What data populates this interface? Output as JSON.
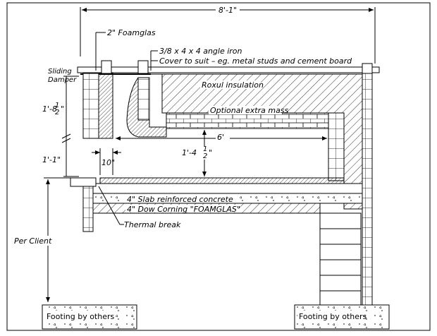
{
  "labels": {
    "overall_width": "8'-1\"",
    "foamglas_2in": "2\" Foamglas",
    "angle_iron": "3/8 x 4 x 4 angle iron",
    "cover": "Cover to suit – eg. metal studs and cement board",
    "sliding": "Sliding",
    "damper": "Damper",
    "roxul": "Roxul insulation",
    "optional_mass": "Optional extra mass",
    "height_main_a": "1'-8",
    "height_main_b": "1'-1\"",
    "inner_width": "6'",
    "inner_height": "1'-4",
    "wall_thickness": "10\"",
    "slab": "4\" Slab reinforced concrete",
    "dow": "4\" Dow Corning \"FOAMGLAS\"",
    "thermal_break": "Thermal break",
    "per_client": "Per Client",
    "footing_left": "Footing by others",
    "footing_right": "Footing by others"
  },
  "colors": {
    "line": "#000000",
    "background": "#ffffff"
  }
}
